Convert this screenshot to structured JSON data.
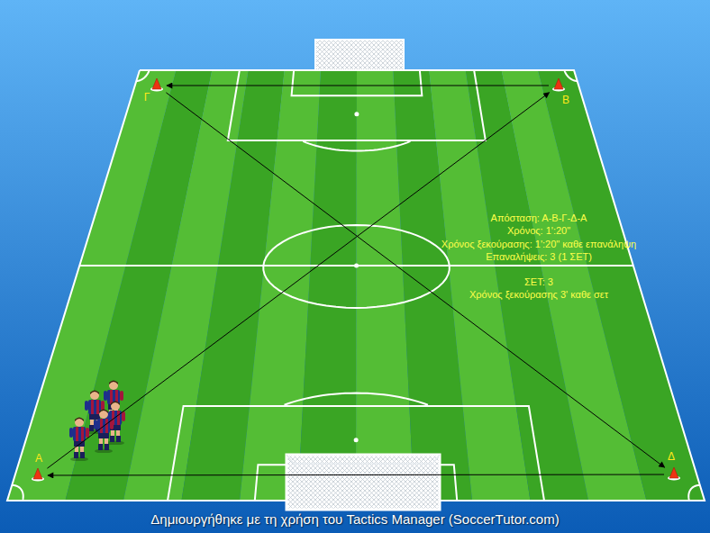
{
  "diagram": {
    "caption": "Δημιουργήθηκε με τη χρήση του Tactics Manager (SoccerTutor.com)",
    "nodes": [
      {
        "text": [
          "Γ"
        ]
      },
      {
        "text": [
          "Β"
        ]
      },
      {
        "text": [
          "Α"
        ]
      },
      {
        "text": [
          "Δ"
        ]
      }
    ],
    "edges": [
      {
        "from": 2,
        "to": 1,
        "arrow": "to"
      },
      {
        "from": 1,
        "to": 0,
        "arrow": "to"
      },
      {
        "from": 0,
        "to": 3,
        "arrow": "to"
      },
      {
        "from": 3,
        "to": 2,
        "arrow": "to"
      }
    ],
    "labels": [
      "Απόσταση: Α-Β-Γ-Δ-Α",
      "Χρόνος: 1':20\"",
      "Χρόνος ξεκούρασης: 1':20\" καθε επανάληψη",
      "Επαναλήψεις: 3 (1 ΣΕΤ)",
      "ΣΕΤ: 3",
      "Χρόνος ξεκούρασης 3' καθε σετ"
    ]
  }
}
